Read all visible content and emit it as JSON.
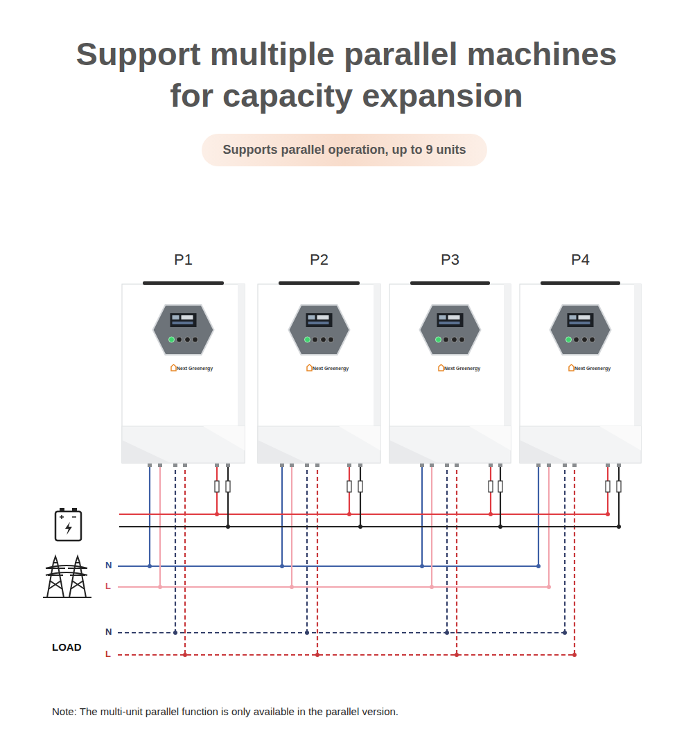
{
  "diagram": {
    "title": "Support multiple parallel machines for capacity expansion",
    "caption": "Note: The multi-unit parallel function is only available in the parallel version.",
    "nodes": [
      {
        "text": [
          "Supports parallel operation, up to 9 units"
        ]
      },
      {
        "text": [
          "P1",
          "Next Greenergy"
        ]
      },
      {
        "text": [
          "P2",
          "Next Greenergy"
        ]
      },
      {
        "text": [
          "P3",
          "Next Greenergy"
        ]
      },
      {
        "text": [
          "P4",
          "Next Greenergy"
        ]
      }
    ],
    "labels": [
      "N",
      "L",
      "N",
      "L",
      "LOAD"
    ]
  }
}
